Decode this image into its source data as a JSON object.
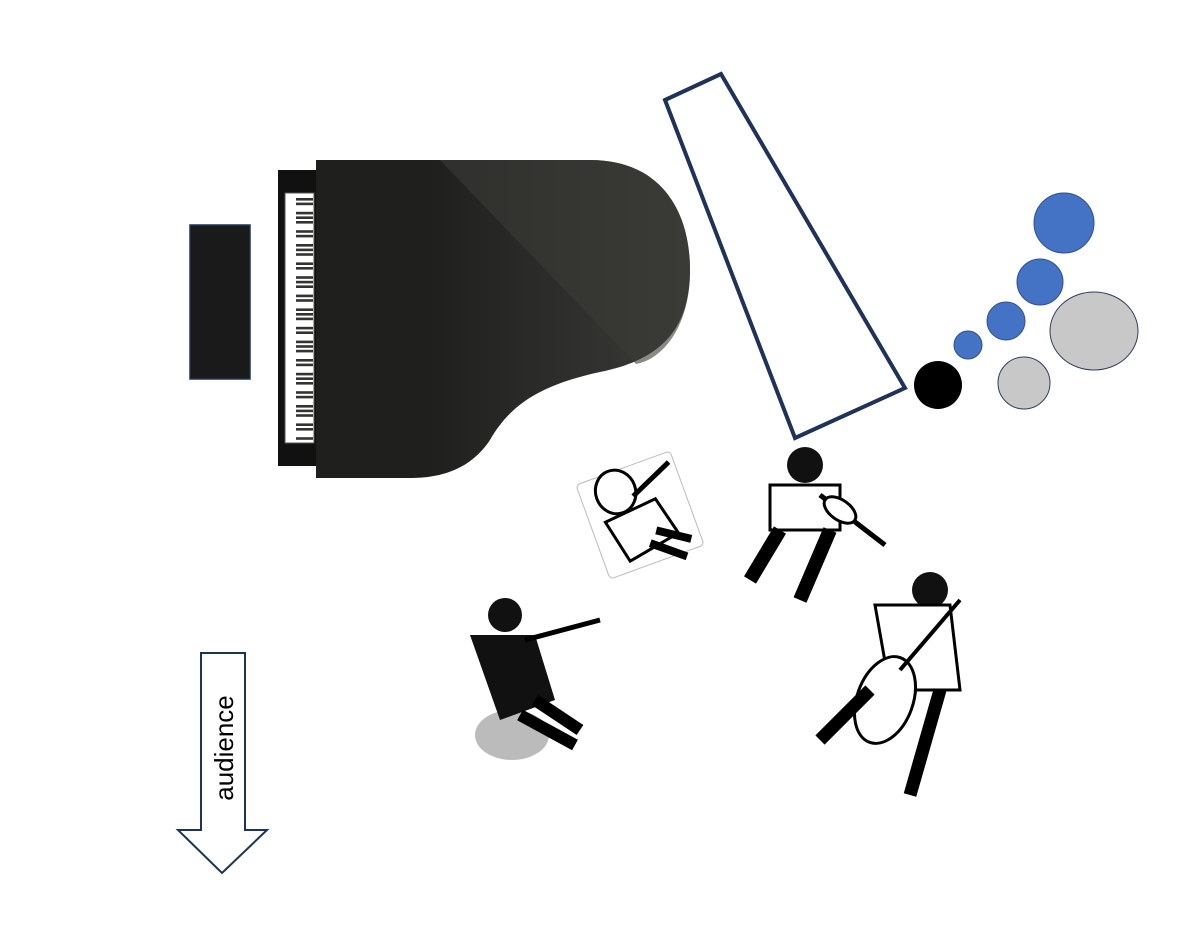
{
  "audience_label": "audience",
  "colors": {
    "piano": "#1f1f1e",
    "lid_outline": "#1f3358",
    "blue_circle": "#4472c4",
    "gray_circle": "#c8c8c8",
    "black_circle": "#000000",
    "arrow_outline": "#1f3358"
  },
  "elements": [
    "piano-bench",
    "grand-piano",
    "piano-lid",
    "violinist",
    "violinist",
    "violist",
    "cellist",
    "audience-arrow"
  ]
}
